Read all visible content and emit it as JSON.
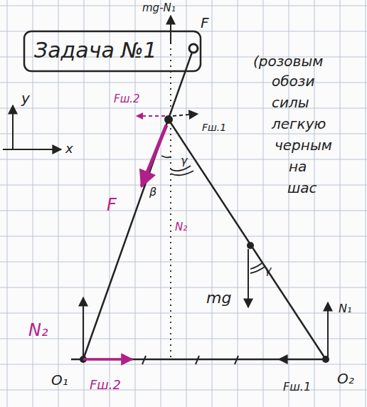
{
  "diagram": {
    "title": "Задача №1",
    "labels": [
      "mg-N₁",
      "F",
      "y",
      "x",
      "Fш.2",
      "Fш.1",
      "F",
      "β",
      "γ",
      "N₂",
      "γ",
      "mg",
      "N₂",
      "N₁",
      "O₁",
      "Fш.2",
      "O₂",
      "Fш.1",
      "(розовым",
      "обози",
      "силы",
      "легкую",
      "черным",
      "на",
      "шас"
    ]
  }
}
